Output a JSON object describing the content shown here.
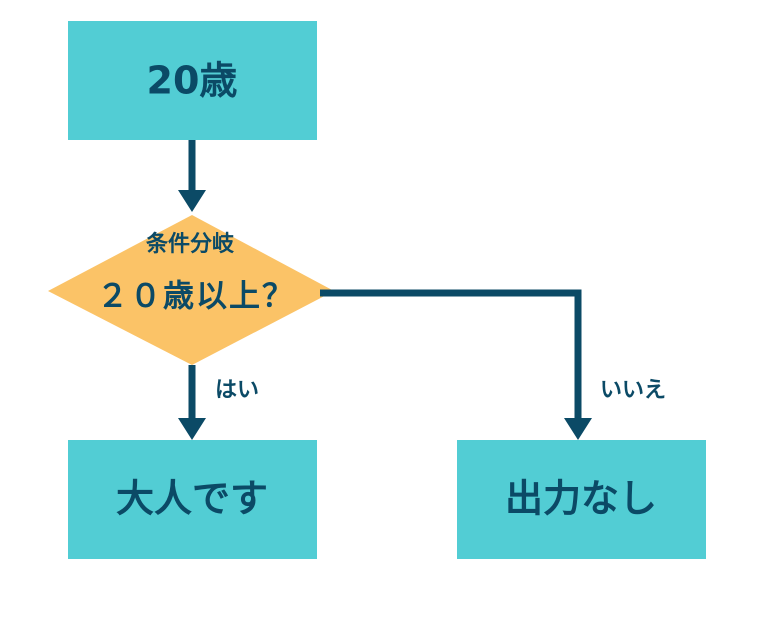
{
  "colors": {
    "box": "#52cdd4",
    "diamond": "#fbc367",
    "line": "#0b4a66",
    "text": "#0b4a66"
  },
  "nodes": {
    "start": {
      "label": "20歳"
    },
    "decision": {
      "title": "条件分岐",
      "question": "２０歳以上？"
    },
    "yes_result": {
      "label": "大人です"
    },
    "no_result": {
      "label": "出力なし"
    }
  },
  "edges": {
    "yes_label": "はい",
    "no_label": "いいえ"
  }
}
